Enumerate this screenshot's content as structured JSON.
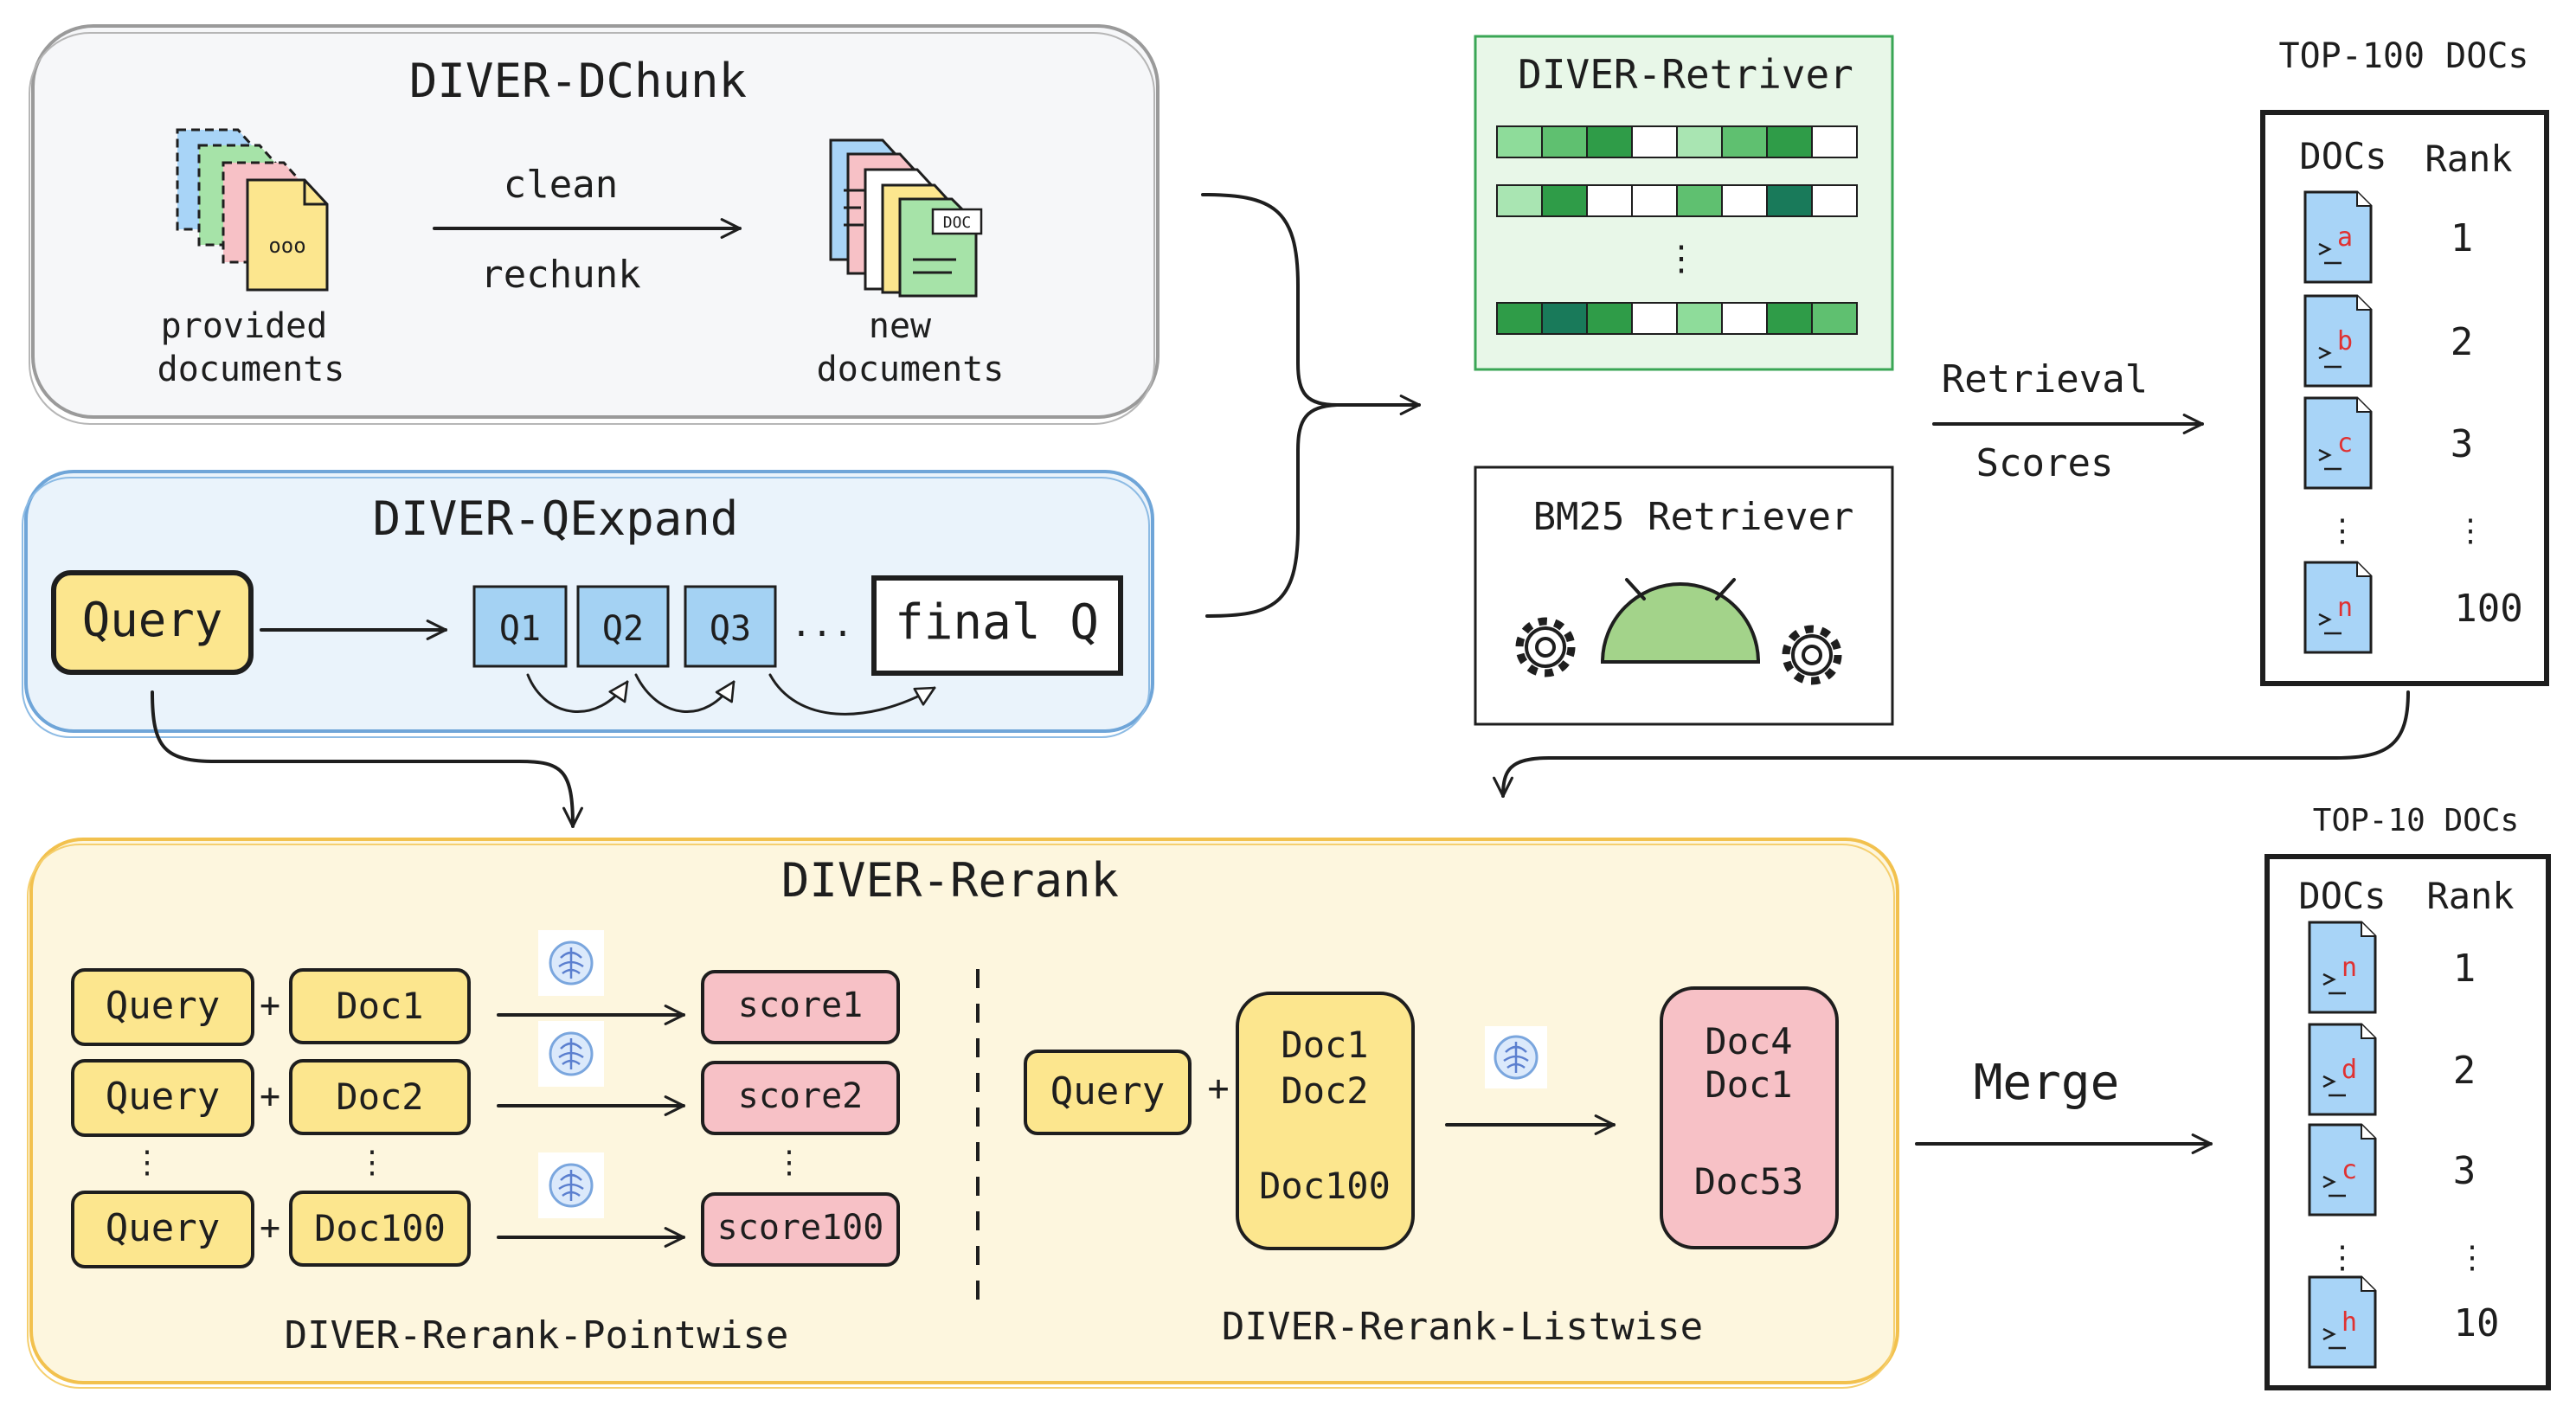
{
  "dchunk": {
    "title": "DIVER-DChunk",
    "provided_label_1": "provided",
    "provided_label_2": "documents",
    "clean_label": "clean",
    "rechunk_label": "rechunk",
    "new_label_1": "new",
    "new_label_2": "documents",
    "doc_tag": "DOC",
    "dots": "ooo"
  },
  "qexpand": {
    "title": "DIVER-QExpand",
    "query": "Query",
    "q1": "Q1",
    "q2": "Q2",
    "q3": "Q3",
    "ellipsis": "...",
    "final_q": "final Q"
  },
  "retriever": {
    "title": "DIVER-Retriver",
    "vdots": "⋮",
    "embedding_rows": [
      [
        "#8edc9a",
        "#5fc070",
        "#2f9c48",
        "#ffffff",
        "#a9e5b2",
        "#5fc070",
        "#2f9c48",
        "#ffffff"
      ],
      [
        "#a9e5b2",
        "#2f9c48",
        "#ffffff",
        "#ffffff",
        "#5fc070",
        "#ffffff",
        "#197a5a",
        "#ffffff"
      ],
      [
        "#2f9c48",
        "#197a5a",
        "#2f9c48",
        "#ffffff",
        "#8edc9a",
        "#ffffff",
        "#2f9c48",
        "#5fc070"
      ]
    ],
    "colors": {
      "frame": "#3aa655",
      "fill": "#e8f7e8"
    }
  },
  "bm25": {
    "title": "BM25 Retriever",
    "dome_color": "#a3d38a"
  },
  "retrieval": {
    "label_1": "Retrieval",
    "label_2": "Scores"
  },
  "top100": {
    "title": "TOP-100 DOCs",
    "col_docs": "DOCs",
    "col_rank": "Rank",
    "rows": [
      {
        "letter": "a",
        "rank": "1"
      },
      {
        "letter": "b",
        "rank": "2"
      },
      {
        "letter": "c",
        "rank": "3"
      },
      {
        "letter": "n",
        "rank": "100"
      }
    ],
    "vdots": "⋮"
  },
  "rerank": {
    "title": "DIVER-Rerank",
    "pointwise": {
      "rows": [
        {
          "query": "Query",
          "plus": "+",
          "doc": "Doc1",
          "score": "score1"
        },
        {
          "query": "Query",
          "plus": "+",
          "doc": "Doc2",
          "score": "score2"
        },
        {
          "query": "Query",
          "plus": "+",
          "doc": "Doc100",
          "score": "score100"
        }
      ],
      "vdots": "⋮",
      "label": "DIVER-Rerank-Pointwise"
    },
    "listwise": {
      "query": "Query",
      "plus": "+",
      "docs_in_1": "Doc1",
      "docs_in_2": "Doc2",
      "docs_in_3": "Doc100",
      "docs_out_1": "Doc4",
      "docs_out_2": "Doc1",
      "docs_out_3": "Doc53",
      "label": "DIVER-Rerank-Listwise"
    }
  },
  "merge": {
    "label": "Merge"
  },
  "top10": {
    "title": "TOP-10 DOCs",
    "col_docs": "DOCs",
    "col_rank": "Rank",
    "rows": [
      {
        "letter": "n",
        "rank": "1"
      },
      {
        "letter": "d",
        "rank": "2"
      },
      {
        "letter": "c",
        "rank": "3"
      },
      {
        "letter": "h",
        "rank": "10"
      }
    ],
    "vdots": "⋮"
  },
  "colors": {
    "query_yellow": "#fce68e",
    "score_pink": "#f7c1c6",
    "q_blue": "#a4d2f3",
    "doc_blue": "#a8d4f7",
    "dchunk_fill": "#f6f7f9",
    "qexpand_fill": "#eaf3fb",
    "qexpand_stroke": "#6fa5d8",
    "rerank_fill": "#fdf6de",
    "rerank_stroke": "#f2c14e",
    "red_letter": "#e03131"
  }
}
